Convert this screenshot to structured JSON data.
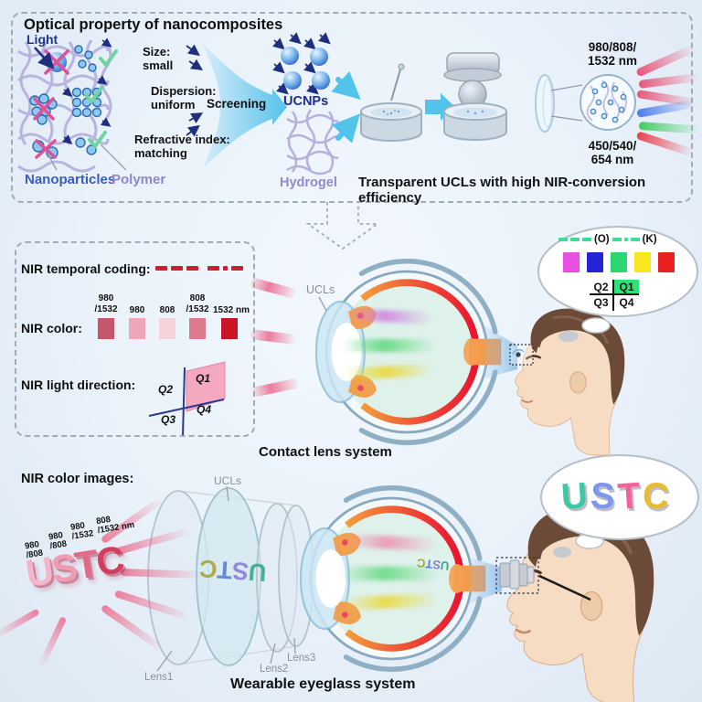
{
  "top_box": {
    "title": "Optical property of nanocomposites",
    "light": "Light",
    "size": "Size:\nsmall",
    "dispersion": "Dispersion:\nuniform",
    "screening": "Screening",
    "refractive": "Refractive index:\nmatching",
    "nanoparticles": "Nanoparticles",
    "polymer": "Polymer",
    "ucnps": "UCNPs",
    "hydrogel": "Hydrogel",
    "nir_in": "980/808/\n1532 nm",
    "vis_out": "450/540/\n654 nm",
    "caption": "Transparent UCLs with high NIR-conversion efficiency"
  },
  "nir_box": {
    "temporal_label": "NIR temporal coding:",
    "color_label": "NIR color:",
    "direction_label": "NIR light direction:",
    "dash_color": "#cb1f2b",
    "swatches": [
      {
        "label": "980\n/1532",
        "color": "#c4566e"
      },
      {
        "label": "980",
        "color": "#efa6b8"
      },
      {
        "label": "808",
        "color": "#f6d2da"
      },
      {
        "label": "808\n/1532",
        "color": "#dd7b8e"
      },
      {
        "label": "1532 nm",
        "color": "#cd1426"
      }
    ],
    "q1": "Q1",
    "q2": "Q2",
    "q3": "Q3",
    "q4": "Q4"
  },
  "contact_scene": {
    "ucls_label": "UCLs",
    "caption": "Contact lens system",
    "bubble": {
      "dash_color": "#3edb92",
      "o_label": "(O)",
      "k_label": "(K)",
      "squares": [
        "#e84fe0",
        "#2424d6",
        "#2bd673",
        "#f6e71f",
        "#ea2020"
      ],
      "q1": "Q1",
      "q2": "Q2",
      "q3": "Q3",
      "q4": "Q4",
      "q1_highlight": "#2ee376"
    }
  },
  "eyeglass_scene": {
    "title": "NIR color images:",
    "wavelengths": [
      "980\n/808",
      "980\n/808",
      "980\n/1532",
      "808\n/1532 nm"
    ],
    "nir_ustc": [
      {
        "char": "U",
        "color": "#f5b5c8"
      },
      {
        "char": "S",
        "color": "#f09cb4"
      },
      {
        "char": "T",
        "color": "#e26a88"
      },
      {
        "char": "C",
        "color": "#d63c5c"
      }
    ],
    "ucls_label": "UCLs",
    "lens1": "Lens1",
    "lens2": "Lens2",
    "lens3": "Lens3",
    "caption": "Wearable eyeglass system",
    "lens_ustc": [
      {
        "char": "U",
        "color": "#3aa88a"
      },
      {
        "char": "S",
        "color": "#8a7fd4"
      },
      {
        "char": "T",
        "color": "#5a7fd8"
      },
      {
        "char": "C",
        "color": "#a8a43a"
      }
    ],
    "retina_ustc": [
      {
        "char": "U",
        "color": "#3aa88a"
      },
      {
        "char": "S",
        "color": "#8a7fd4"
      },
      {
        "char": "T",
        "color": "#5a7fd8"
      },
      {
        "char": "C",
        "color": "#a8a43a"
      }
    ],
    "bubble_ustc": [
      {
        "char": "U",
        "color": "#3ec9a4"
      },
      {
        "char": "S",
        "color": "#7e97ec"
      },
      {
        "char": "T",
        "color": "#f2639c"
      },
      {
        "char": "C",
        "color": "#e9bb2e"
      }
    ]
  }
}
